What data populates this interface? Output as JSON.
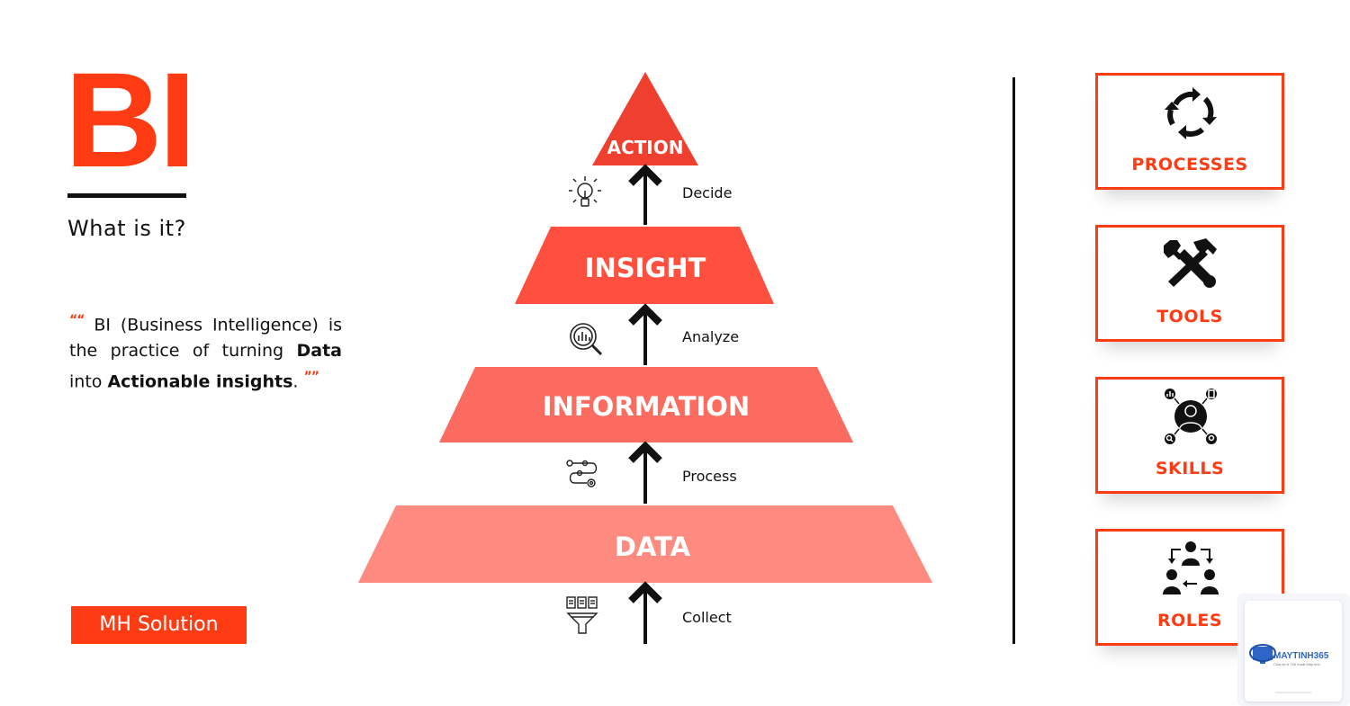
{
  "left": {
    "title": "BI",
    "subtitle": "What is it?",
    "quote": {
      "text_1": "BI (Business Intelligence) is the practice of turning ",
      "bold_1": "Data",
      "text_2": " into ",
      "bold_2": "Actionable insights",
      "text_3": "."
    },
    "company": "MH Solution"
  },
  "pyramid": {
    "levels": [
      {
        "label": "ACTION",
        "color": "#ef3f2e"
      },
      {
        "label": "INSIGHT",
        "color": "#ff503f"
      },
      {
        "label": "INFORMATION",
        "color": "#fb6b60"
      },
      {
        "label": "DATA",
        "color": "#ff8b80"
      }
    ],
    "steps": [
      {
        "label": "Decide",
        "icon": "lightbulb-icon"
      },
      {
        "label": "Analyze",
        "icon": "magnifier-chart-icon"
      },
      {
        "label": "Process",
        "icon": "process-flow-icon"
      },
      {
        "label": "Collect",
        "icon": "funnel-files-icon"
      }
    ]
  },
  "cards": [
    {
      "label": "PROCESSES",
      "icon": "cycle-arrows-icon"
    },
    {
      "label": "TOOLS",
      "icon": "hammer-wrench-icon"
    },
    {
      "label": "SKILLS",
      "icon": "person-skills-icon"
    },
    {
      "label": "ROLES",
      "icon": "people-exchange-icon"
    }
  ],
  "watermark": {
    "brand": "MAYTINH365",
    "tagline": "Chia sẻ & Thủ thuật Máy tính"
  },
  "colors": {
    "accent": "#ff3b14",
    "text": "#111111"
  }
}
